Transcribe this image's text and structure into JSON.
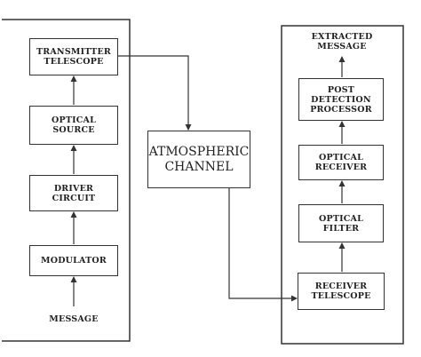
{
  "transmitter": {
    "telescope": "TRANSMITTER\nTELESCOPE",
    "optical_source": "OPTICAL\nSOURCE",
    "driver": "DRIVER\nCIRCUIT",
    "modulator": "MODULATOR",
    "message": "MESSAGE"
  },
  "channel": {
    "label": "ATMOSPHERIC\nCHANNEL"
  },
  "receiver": {
    "extracted": "EXTRACTED\nMESSAGE",
    "post_detection": "POST\nDETECTION\nPROCESSOR",
    "optical_receiver": "OPTICAL\nRECEIVER",
    "optical_filter": "OPTICAL\nFILTER",
    "telescope": "RECEIVER\nTELESCOPE"
  },
  "colors": {
    "stroke": "#333333",
    "background": "#ffffff"
  }
}
